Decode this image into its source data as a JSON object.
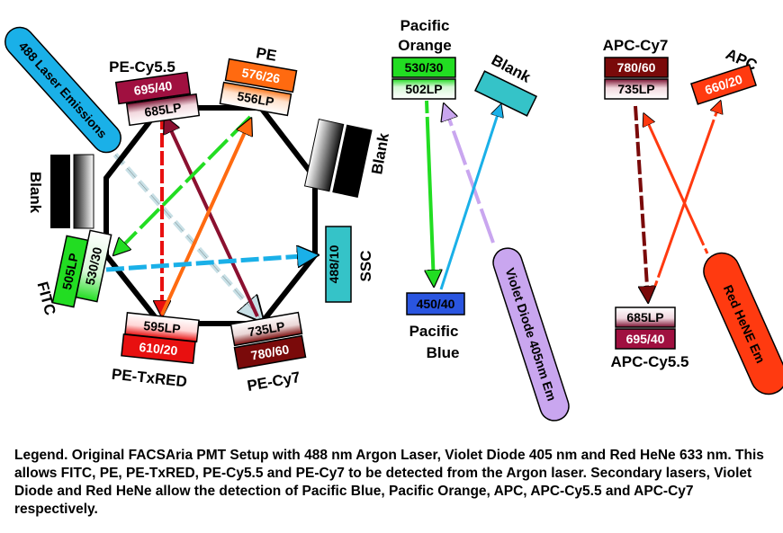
{
  "labels": {
    "laser488": "488 Laser Emissions",
    "pecy55": "PE-Cy5.5",
    "pe": "PE",
    "blank_top": "Blank",
    "blank_left": "Blank",
    "blank_right": "Blank",
    "ssc": "SSC",
    "fitc": "FITC",
    "petxred": "PE-TxRED",
    "pecy7": "PE-Cy7",
    "pacific_orange_1": "Pacific",
    "pacific_orange_2": "Orange",
    "pacific_blue_1": "Pacific",
    "pacific_blue_2": "Blue",
    "violet_em": "Violet Diode 405nm Em",
    "apccy7": "APC-Cy7",
    "apc": "APC",
    "apccy55": "APC-Cy5.5",
    "red_em": "Red HeNE Em"
  },
  "filters": {
    "f695_40_a": "695/40",
    "f685lp_a": "685LP",
    "f576_26": "576/26",
    "f556lp": "556LP",
    "f530_30_a": "530/30",
    "f505lp": "505LP",
    "f488_10": "488/10",
    "f595lp": "595LP",
    "f610_20": "610/20",
    "f735lp_a": "735LP",
    "f780_60_a": "780/60",
    "f530_30_b": "530/30",
    "f502lp": "502LP",
    "f450_40": "450/40",
    "f780_60_b": "780/60",
    "f735lp_b": "735LP",
    "f660_20": "660/20",
    "f685lp_b": "685LP",
    "f695_40_b": "695/40"
  },
  "colors": {
    "argon_beam": "#c8e0e6",
    "fitc_green": "#22dd22",
    "pe_orange": "#ff6a10",
    "txred_red": "#e81010",
    "cy55_maroon": "#8b1030",
    "ssc_blue": "#1ab0e8",
    "cy7_darkred": "#7a0a0a",
    "violet": "#c9a6ef",
    "pacblue": "#2a55e0",
    "apc_red": "#ff3a10"
  },
  "legend": "Legend. Original FACSAria PMT Setup with 488 nm Argon Laser, Violet Diode 405 nm and Red HeNe 633 nm. This allows FITC, PE, PE-TxRED, PE-Cy5.5 and PE-Cy7 to be detected from the Argon laser. Secondary lasers, Violet Diode and Red HeNe allow the detection of Pacific Blue, Pacific Orange, APC, APC-Cy5.5 and APC-Cy7 respectively."
}
